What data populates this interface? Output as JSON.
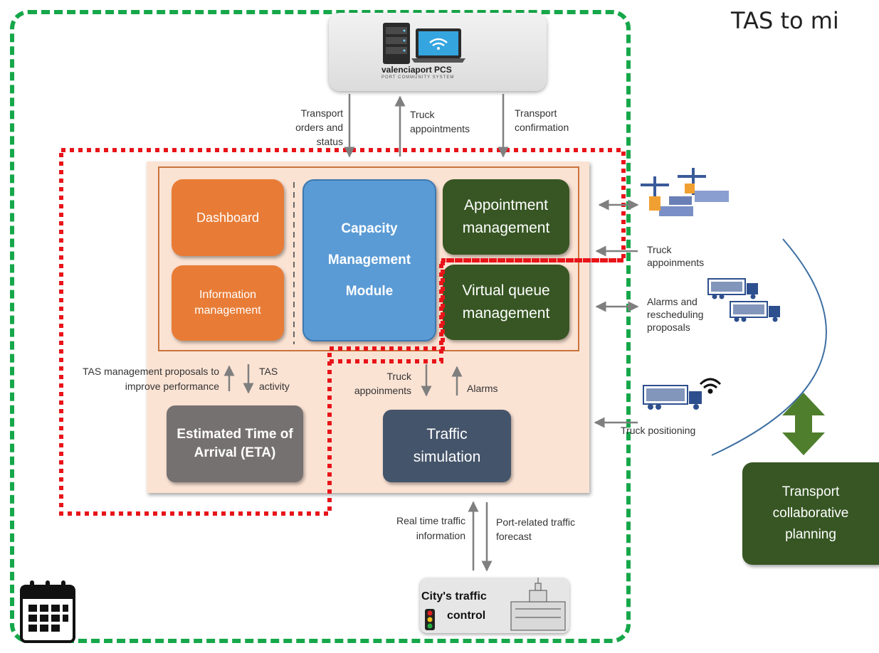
{
  "heading": "TAS to mi",
  "pcs": {
    "logo_text": "valenciaport PCS",
    "logo_sub": "PORT COMMUNITY SYSTEM"
  },
  "pcs_flows": {
    "orders": "Transport orders and status",
    "appointments": "Truck appointments",
    "confirmation": "Transport confirmation"
  },
  "modules": {
    "dashboard": "Dashboard",
    "information": "Information management",
    "capacity": "Capacity Management Module",
    "appointment": "Appointment management",
    "virtual_queue": "Virtual queue management",
    "eta": "Estimated Time of Arrival (ETA)",
    "traffic_sim": "Traffic simulation"
  },
  "inner_flows": {
    "proposals": "TAS  management proposals to improve performance",
    "activity": "TAS activity",
    "sim_appointments": "Truck appoinments",
    "alarms": "Alarms"
  },
  "right_flows": {
    "truck_appointments": "Truck appoinments",
    "alarms_rescheduling": "Alarms and rescheduling proposals",
    "positioning": "Truck positioning"
  },
  "city_flows": {
    "realtime": "Real time traffic information",
    "forecast": "Port-related traffic forecast"
  },
  "city": {
    "line1": "City's traffic",
    "line2": "control"
  },
  "collab": "Transport collaborative planning",
  "colors": {
    "green_frame": "#16a74a",
    "red_frame": "#e8141a",
    "orange": "#e87c36",
    "blue": "#5a9bd5",
    "dark_green": "#375623",
    "grey": "#767171",
    "navy": "#44546a",
    "tas_bg": "#fbe3d4"
  },
  "icons": [
    "server-icon",
    "laptop-wifi-icon",
    "port-cranes-icon",
    "truck-icon",
    "wifi-icon",
    "calendar-icon",
    "traffic-light-icon",
    "city-hall-icon",
    "double-arrow-icon"
  ]
}
